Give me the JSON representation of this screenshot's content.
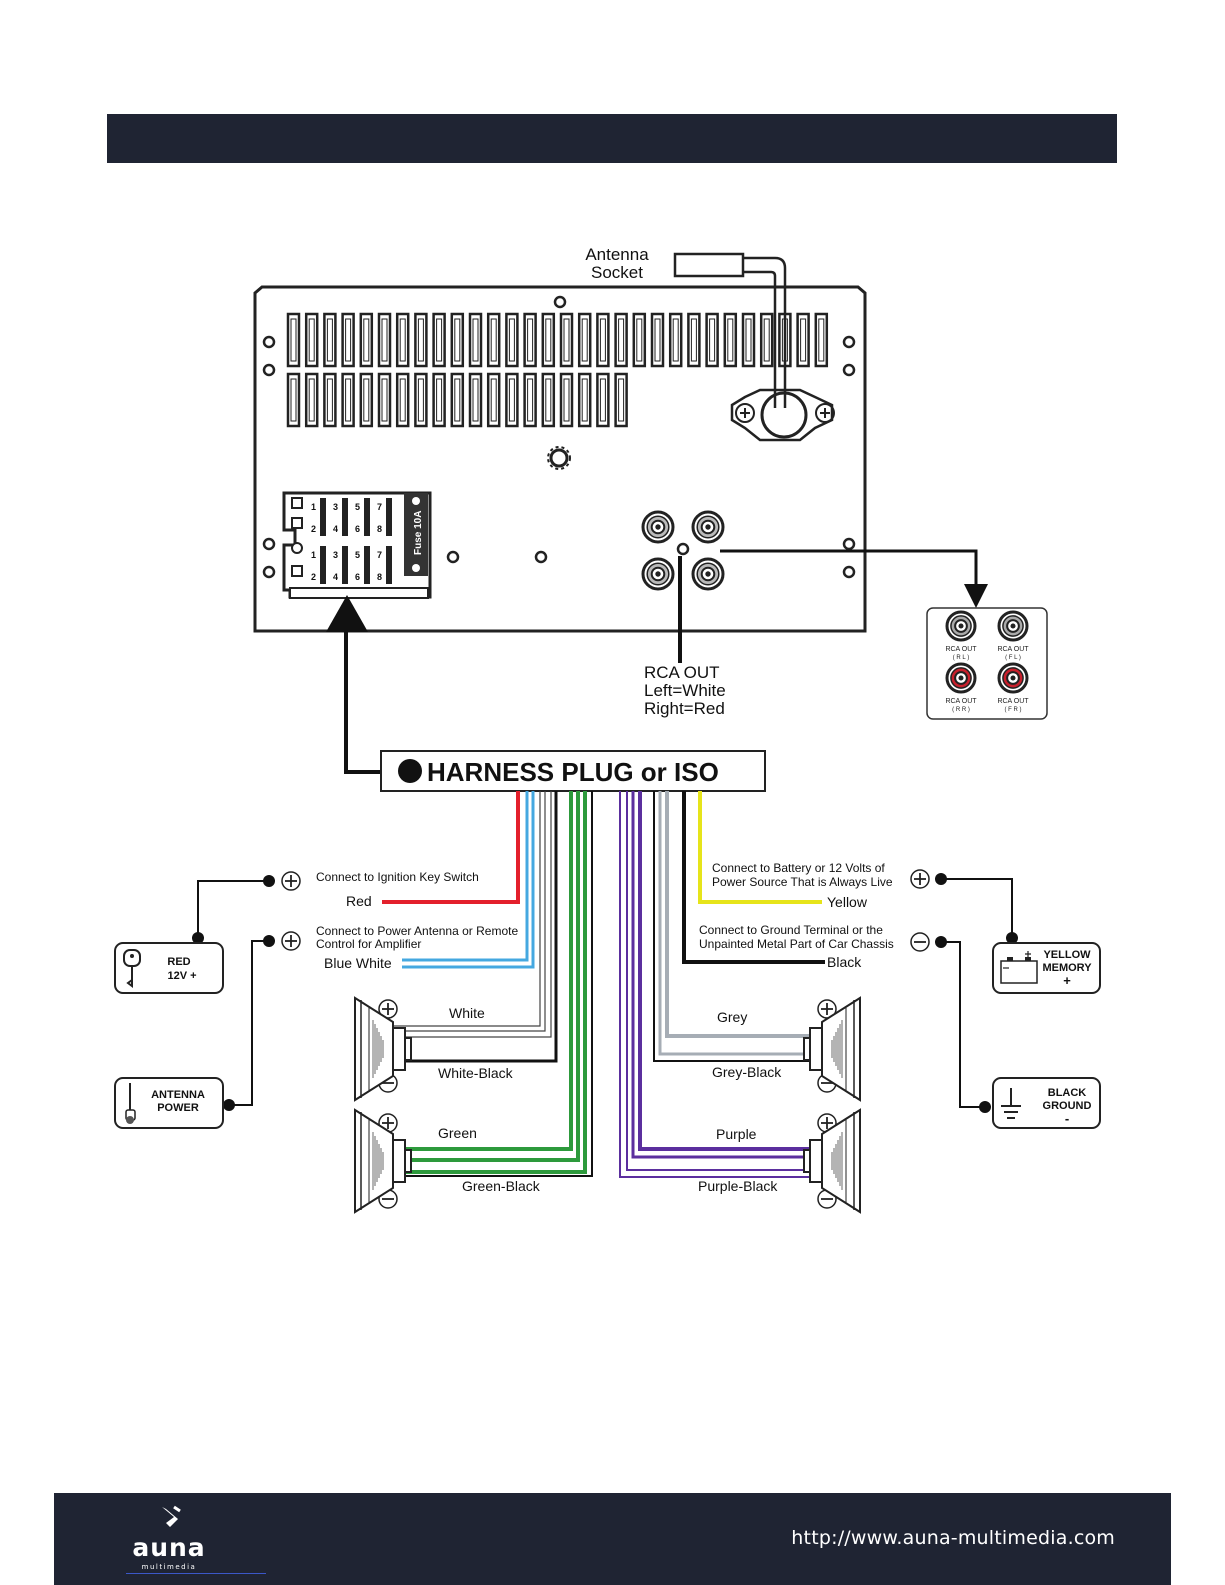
{
  "header": {
    "title": ""
  },
  "antenna": {
    "line1": "Antenna",
    "line2": "Socket"
  },
  "fuse": {
    "label": "Fuse 10A"
  },
  "pin_numbers": [
    "1",
    "2",
    "3",
    "4",
    "5",
    "6",
    "7",
    "8"
  ],
  "rca": {
    "line1": "RCA OUT",
    "line2": "Left=White",
    "line3": "Right=Red"
  },
  "rca_box": {
    "rl": {
      "line1": "RCA OUT",
      "line2": "( R L )"
    },
    "fl": {
      "line1": "RCA OUT",
      "line2": "( F L )"
    },
    "rr": {
      "line1": "RCA OUT",
      "line2": "( R R )"
    },
    "fr": {
      "line1": "RCA OUT",
      "line2": "( F R )"
    }
  },
  "harness": {
    "label": "HARNESS PLUG or ISO"
  },
  "wires": {
    "ignition_desc": "Connect to Ignition Key Switch",
    "red": "Red",
    "antenna_desc1": "Connect to Power Antenna or Remote",
    "antenna_desc2": "Control for Amplifier",
    "blue_white": "Blue White",
    "battery_desc1": "Connect to Battery or 12 Volts of",
    "battery_desc2": "Power Source That is Always Live",
    "yellow": "Yellow",
    "ground_desc1": "Connect to Ground Terminal or the",
    "ground_desc2": "Unpainted Metal Part of Car Chassis",
    "black": "Black",
    "white": "White",
    "white_black": "White-Black",
    "green": "Green",
    "green_black": "Green-Black",
    "grey": "Grey",
    "grey_black": "Grey-Black",
    "purple": "Purple",
    "purple_black": "Purple-Black"
  },
  "boxes": {
    "red12v": {
      "line1": "RED",
      "line2": "12V +"
    },
    "antenna_power": {
      "line1": "ANTENNA",
      "line2": "POWER"
    },
    "yellow_memory": {
      "line1": "YELLOW",
      "line2": "MEMORY",
      "line3": "+"
    },
    "black_ground": {
      "line1": "BLACK",
      "line2": "GROUND",
      "line3": "-"
    }
  },
  "colors": {
    "red": "#e3202c",
    "blue": "#45a8e0",
    "yellow": "#e6e41a",
    "black": "#111111",
    "green": "#2d9a3c",
    "grey": "#a6adb5",
    "purple": "#5b2f9e",
    "bar": "#1f2433"
  },
  "footer": {
    "url": "http://www.auna-multimedia.com",
    "brand": "auna",
    "brand_sub": "multimedia"
  }
}
